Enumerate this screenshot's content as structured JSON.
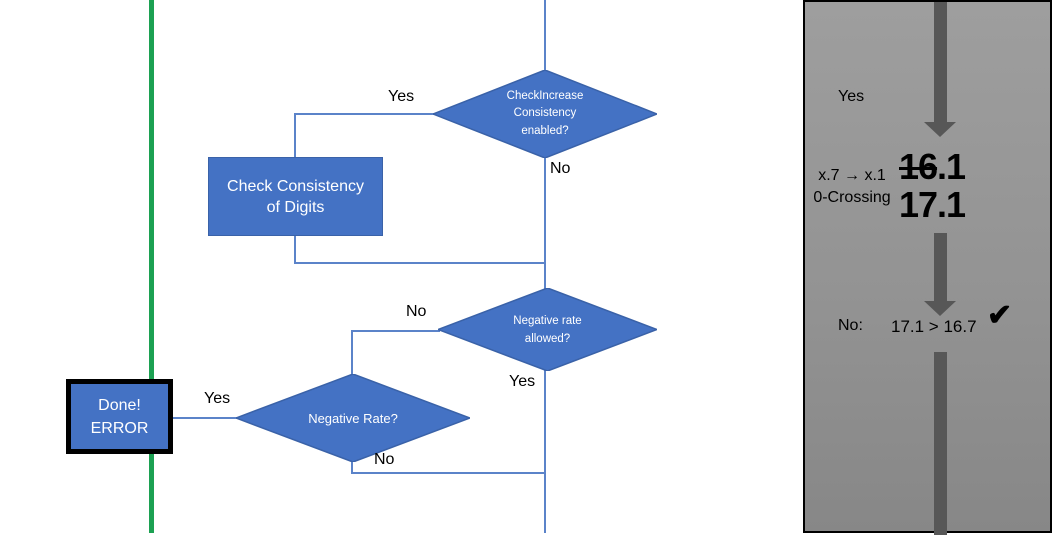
{
  "flowchart": {
    "decision_check_increase": {
      "lines": [
        "CheckIncrease",
        "Consistency",
        "enabled?"
      ]
    },
    "process_check_consistency": {
      "lines": [
        "Check Consistency",
        "of Digits"
      ]
    },
    "decision_negative_rate_allowed": {
      "lines": [
        "Negative rate",
        "allowed?"
      ]
    },
    "decision_negative_rate": {
      "label": "Negative Rate?"
    },
    "terminator_done_error": {
      "lines": [
        "Done!",
        "ERROR"
      ]
    },
    "labels": {
      "yes_top": "Yes",
      "no_top": "No",
      "no_rate_allowed": "No",
      "yes_rate_allowed": "Yes",
      "yes_negative_rate": "Yes",
      "no_negative_rate": "No"
    }
  },
  "panel": {
    "yes_label": "Yes",
    "rule_line1": "x.7 → x.1",
    "rule_line2": "0-Crossing",
    "old_value_struck": "16",
    "old_value_rest": ".1",
    "new_value": "17.1",
    "no_label": "No:",
    "comparison": "17.1 > 16.7",
    "check_icon": "✔"
  },
  "colors": {
    "shape_fill": "#4472c4",
    "shape_border": "#3a62a8",
    "connector": "#5b83c9",
    "green_line": "#1ca152",
    "arrow_gray": "#575757",
    "panel_gray": "#939393"
  }
}
